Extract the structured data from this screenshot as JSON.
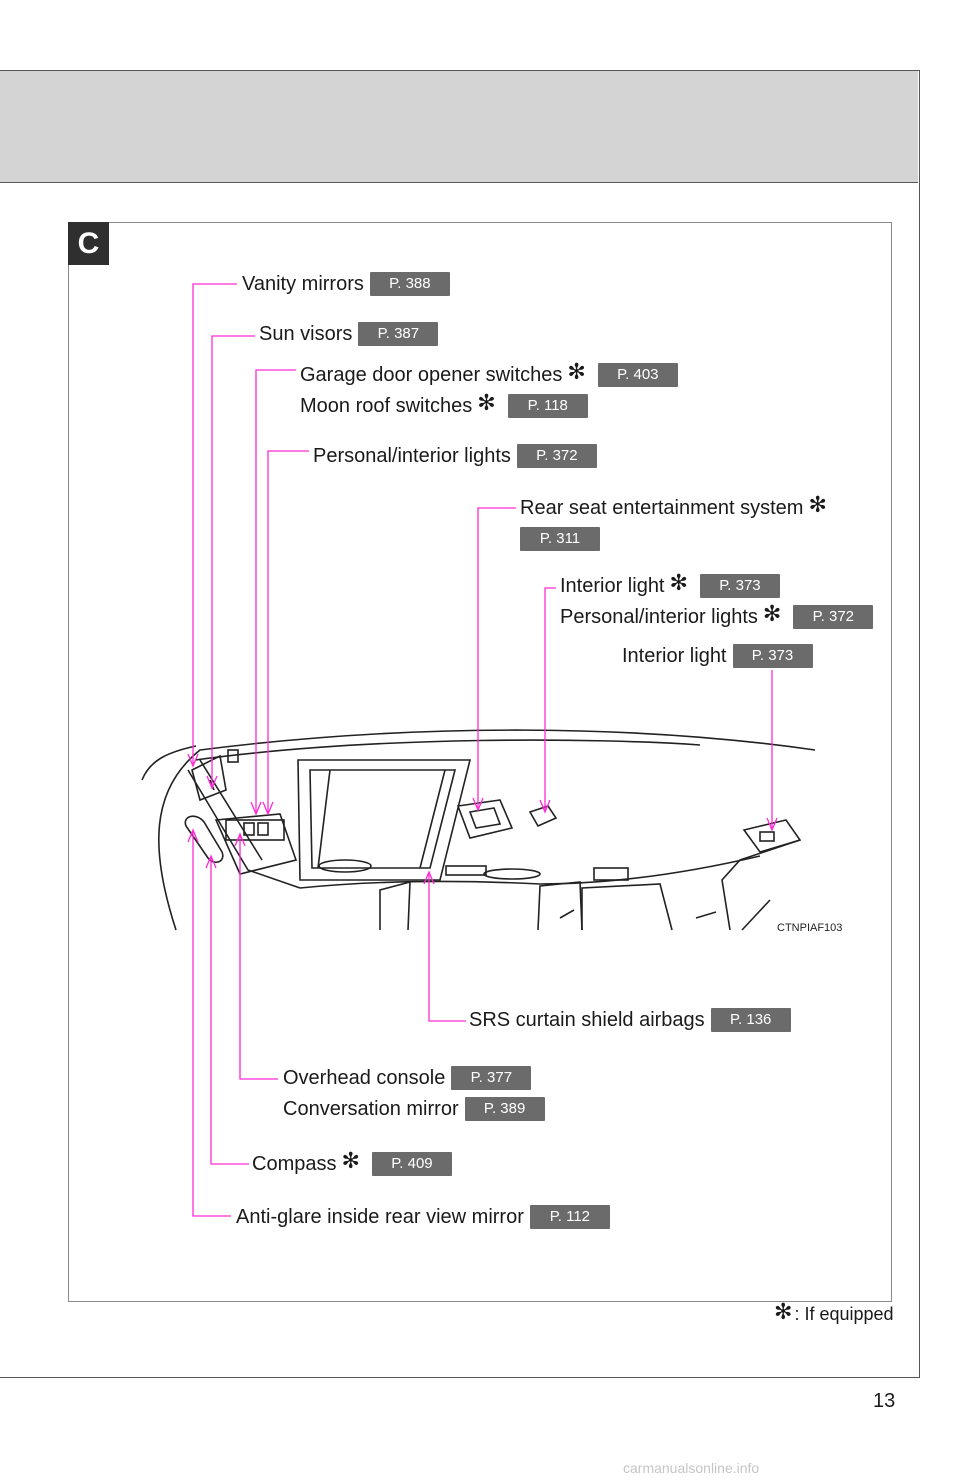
{
  "section_letter": "C",
  "callouts": {
    "vanity_mirrors": {
      "label": "Vanity mirrors",
      "page": "P. 388"
    },
    "sun_visors": {
      "label": "Sun visors",
      "page": "P. 387"
    },
    "garage_door_opener_switches": {
      "label": "Garage door opener switches",
      "page": "P. 403"
    },
    "moon_roof_switches": {
      "label": "Moon roof switches",
      "page": "P. 118"
    },
    "personal_interior_lights_front": {
      "label": "Personal/interior lights",
      "page": "P. 372"
    },
    "rear_seat_entertainment": {
      "label": "Rear seat entertainment system",
      "page": "P. 311"
    },
    "interior_light_middle": {
      "label": "Interior light",
      "page": "P. 373"
    },
    "personal_interior_lights_rear": {
      "label": "Personal/interior lights",
      "page": "P. 372"
    },
    "interior_light_rear": {
      "label": "Interior light",
      "page": "P. 373"
    },
    "srs_curtain_shield_airbags": {
      "label": "SRS curtain shield airbags",
      "page": "P. 136"
    },
    "overhead_console": {
      "label": "Overhead console",
      "page": "P. 377"
    },
    "conversation_mirror": {
      "label": "Conversation mirror",
      "page": "P. 389"
    },
    "compass": {
      "label": "Compass",
      "page": "P. 409"
    },
    "anti_glare_mirror": {
      "label": "Anti-glare inside rear view mirror",
      "page": "P. 112"
    }
  },
  "star_symbol": "✻",
  "footnote_text": ": If equipped",
  "illustration_code": "CTNPIAF103",
  "page_number": "13",
  "watermark": "carmanualsonline.info",
  "colors": {
    "leader_line": "#ff2bd4",
    "page_ref_bg": "#6b6b6b",
    "header_band": "#d4d4d4"
  }
}
